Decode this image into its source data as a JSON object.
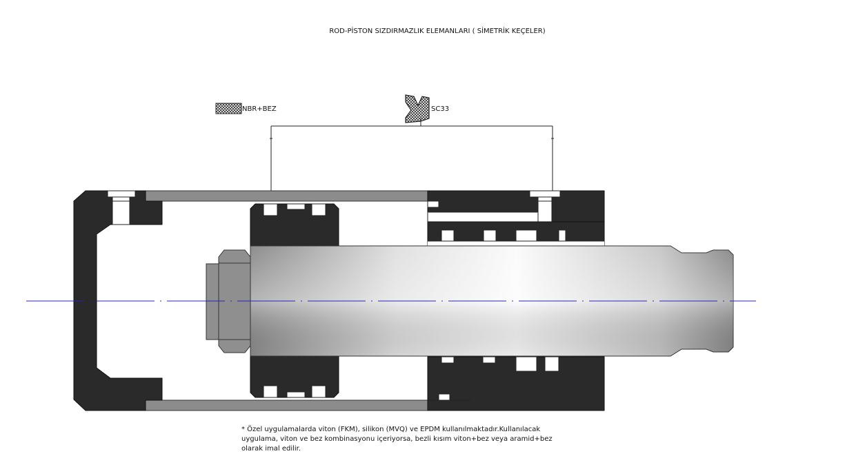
{
  "title": "ROD-PİSTON SIZDIRMAZLIK ELEMANLARI ( SİMETRİK KEÇELER)",
  "legend": {
    "material_label": "NBR+BEZ",
    "seal_label": "SC33"
  },
  "note_lines": [
    "* Özel uygulamalarda viton (FKM), silikon (MVQ) ve EPDM kullanılmaktadır.Kullanılacak",
    "uygulama, viton ve bez kombinasyonu içeriyorsa, bezli kısım viton+bez veya aramid+bez",
    "olarak imal edilir."
  ],
  "colors": {
    "body": "#2a2a2a",
    "tube": "#8c8c8c",
    "rod_light": "#f4f4f4",
    "rod_dark": "#8a8a8a",
    "nut": "#8f8f8f",
    "centerline": "#2323b8"
  }
}
